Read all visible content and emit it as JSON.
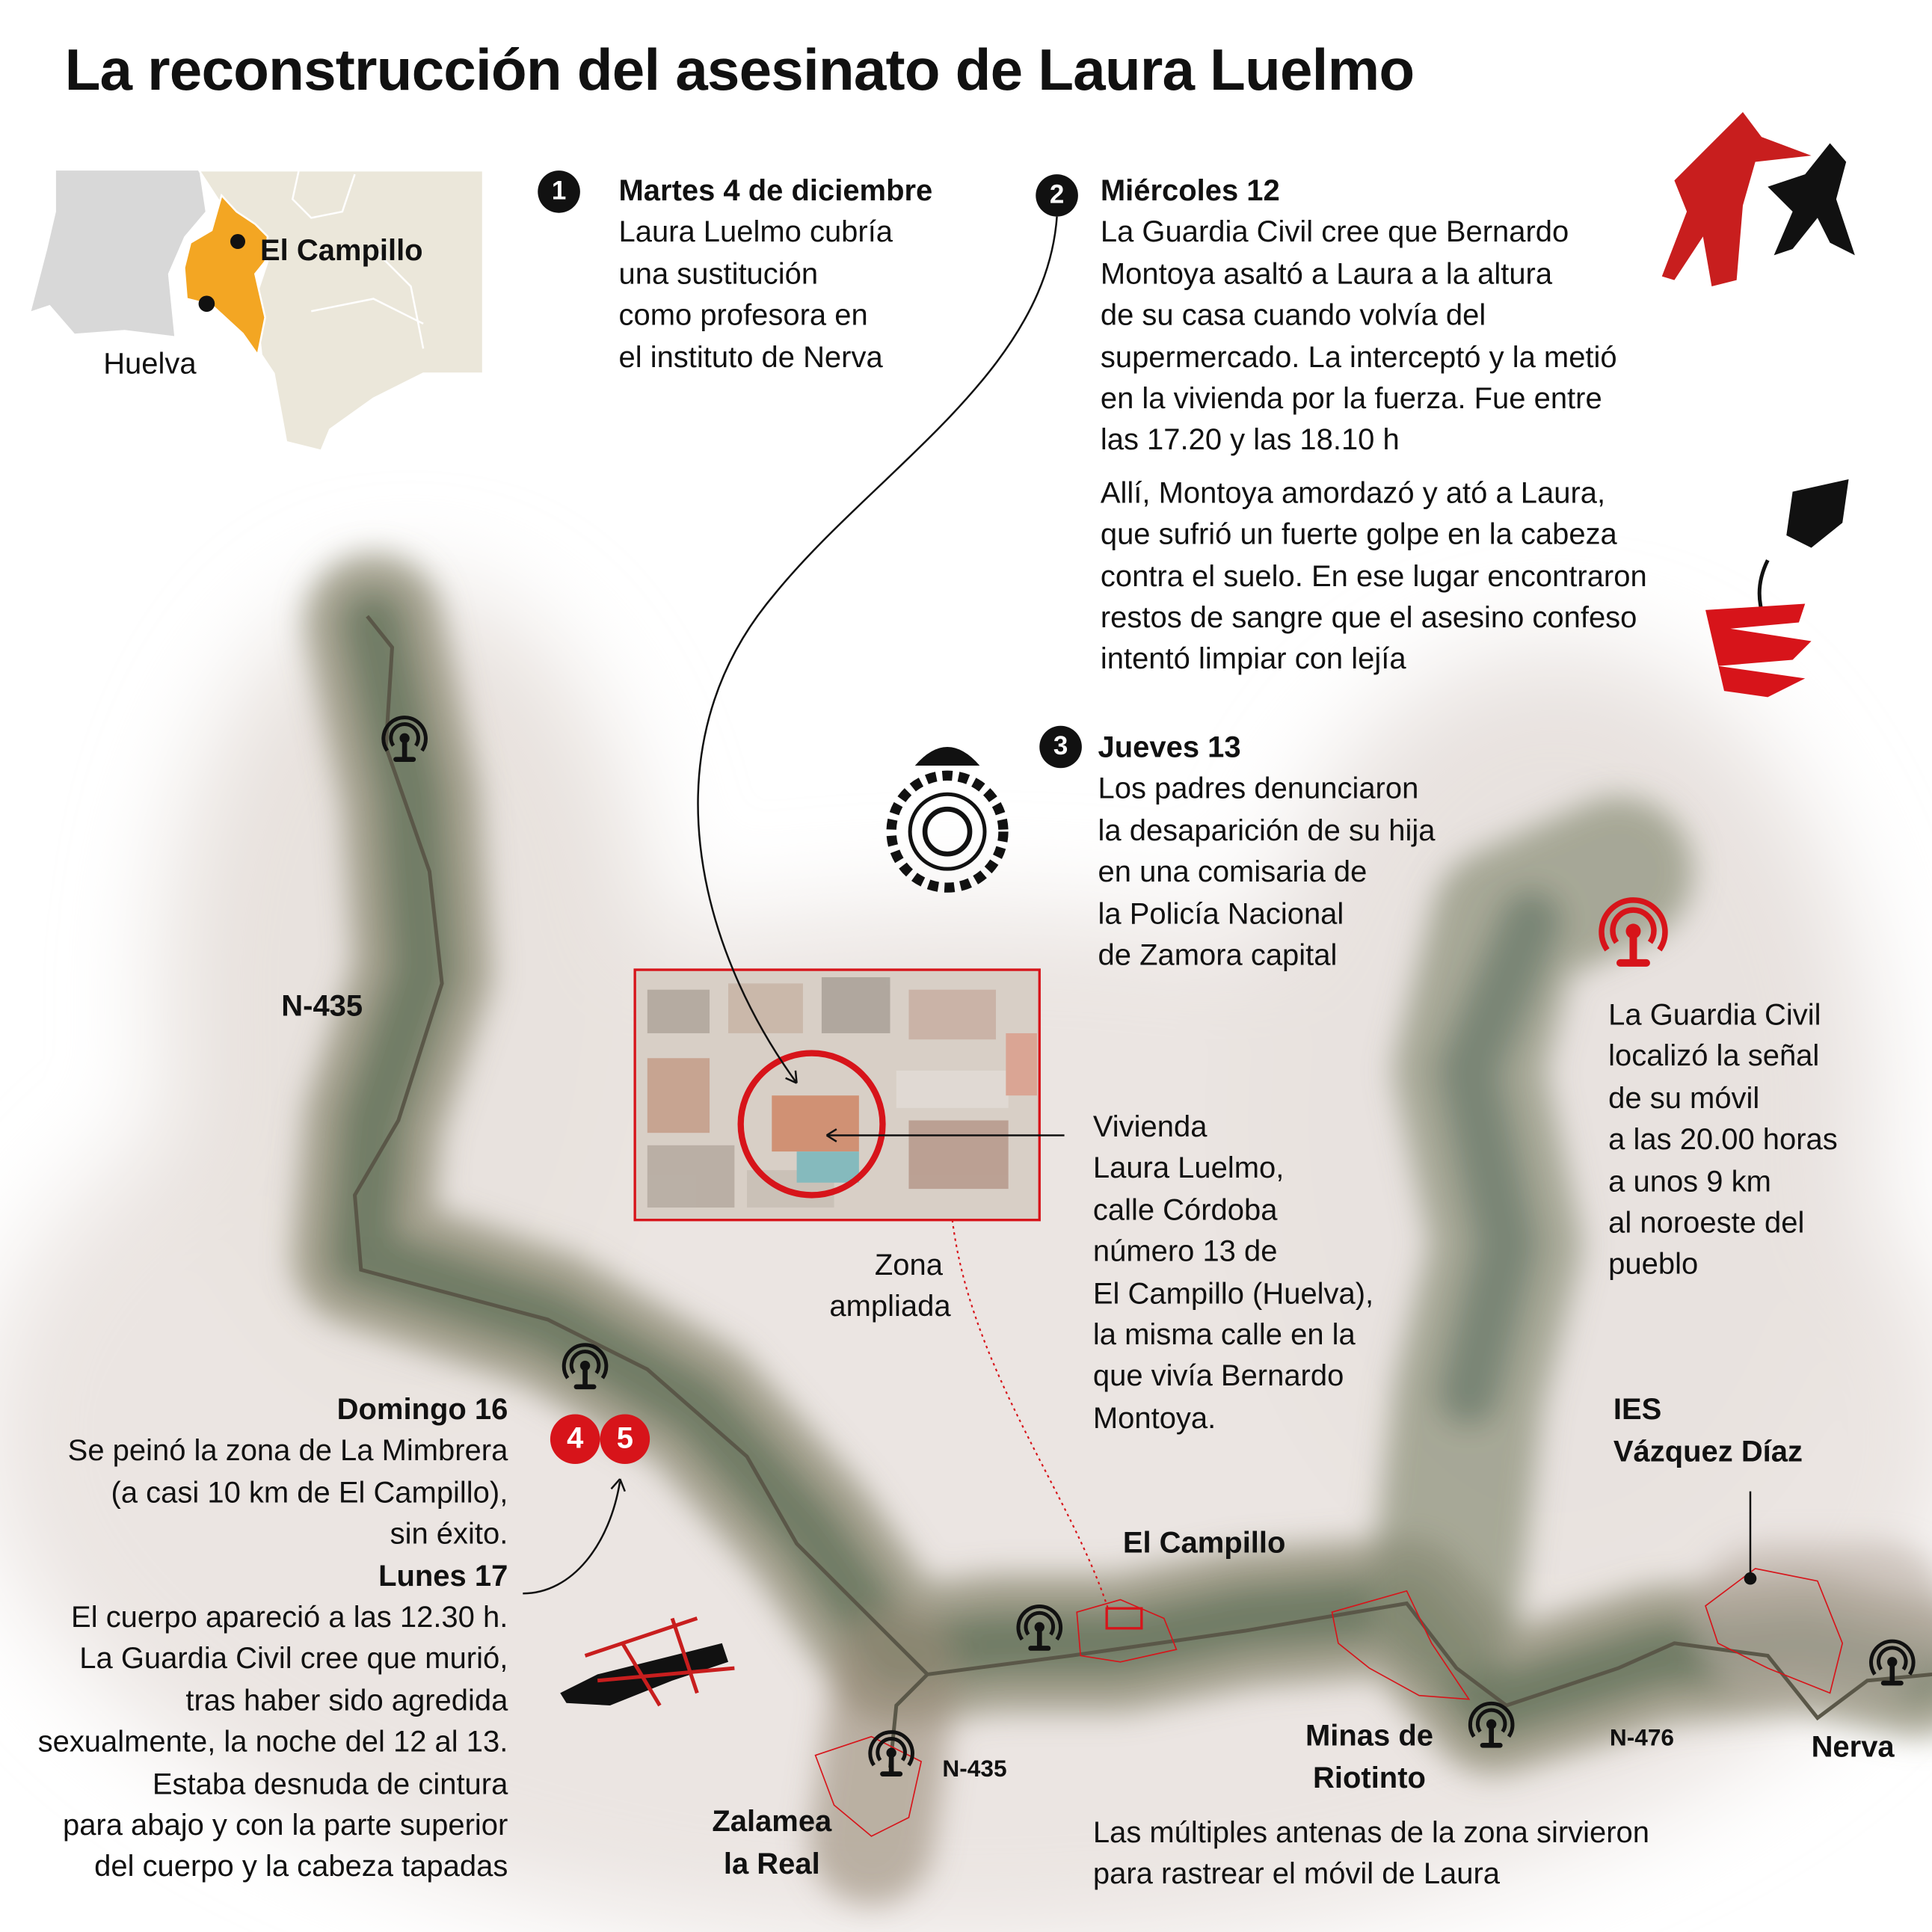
{
  "title": "La reconstrucción del asesinato de Laura Luelmo",
  "locator": {
    "town": "El Campillo",
    "city": "Huelva",
    "highlight_color": "#f3a623"
  },
  "steps": [
    {
      "num": "1",
      "heading": "Martes 4 de diciembre",
      "lines": [
        "Laura Luelmo cubría",
        "una sustitución",
        "como profesora en",
        "el instituto de Nerva"
      ]
    },
    {
      "num": "2",
      "heading": "Miércoles 12",
      "lines": [
        "La Guardia Civil cree que Bernardo",
        "Montoya asaltó a Laura a la altura",
        "de su casa cuando volvía del",
        "supermercado. La interceptó y la metió",
        "en la vivienda por la fuerza. Fue entre",
        "las 17.20 y las 18.10 h"
      ],
      "lines2": [
        "Allí, Montoya amordazó y ató a Laura,",
        "que sufrió un fuerte golpe en la cabeza",
        "contra el suelo. En ese lugar encontraron",
        "restos de sangre que el asesino confeso",
        "intentó limpiar con lejía"
      ]
    },
    {
      "num": "3",
      "heading": "Jueves 13",
      "lines": [
        "Los padres denunciaron",
        "la desaparición de su hija",
        "en una comisaria de",
        "la Policía Nacional",
        "de Zamora capital"
      ]
    },
    {
      "num": "4",
      "heading": "Domingo 16",
      "lines": [
        "Se peinó la zona de La Mimbrera",
        "(a casi 10 km de El Campillo),",
        "sin éxito."
      ]
    },
    {
      "num": "5",
      "heading": "Lunes 17",
      "lines": [
        "El cuerpo apareció a las 12.30 h.",
        "La Guardia Civil cree que murió,",
        "tras haber sido agredida",
        "sexualmente, la noche del 12 al 13.",
        "Estaba desnuda de cintura",
        "para abajo y con la parte superior",
        "del cuerpo y la cabeza tapadas"
      ]
    }
  ],
  "house": {
    "lines": [
      "Vivienda",
      "Laura Luelmo,",
      "calle Córdoba",
      "número 13 de",
      "El Campillo (Huelva),",
      "la misma calle en la",
      "que vivía Bernardo",
      "Montoya."
    ]
  },
  "zoom_label": [
    "Zona",
    "ampliada"
  ],
  "signal": {
    "lines": [
      "La Guardia Civil",
      "localizó la señal",
      "de su móvil",
      "a las 20.00 horas",
      "a unos 9 km",
      "al noroeste del",
      "pueblo"
    ]
  },
  "map_labels": {
    "n435_top": "N-435",
    "n435_bottom": "N-435",
    "n476": "N-476",
    "el_campillo": "El Campillo",
    "ies": [
      "IES",
      "Vázquez Díaz"
    ],
    "minas": [
      "Minas de",
      "Riotinto"
    ],
    "nerva": "Nerva",
    "zalamea": [
      "Zalamea",
      "la Real"
    ]
  },
  "antennas_note": [
    "Las múltiples antenas de la zona sirvieron",
    "para rastrear el móvil de Laura"
  ],
  "colors": {
    "accent_red": "#d7141a",
    "ink": "#111111"
  }
}
